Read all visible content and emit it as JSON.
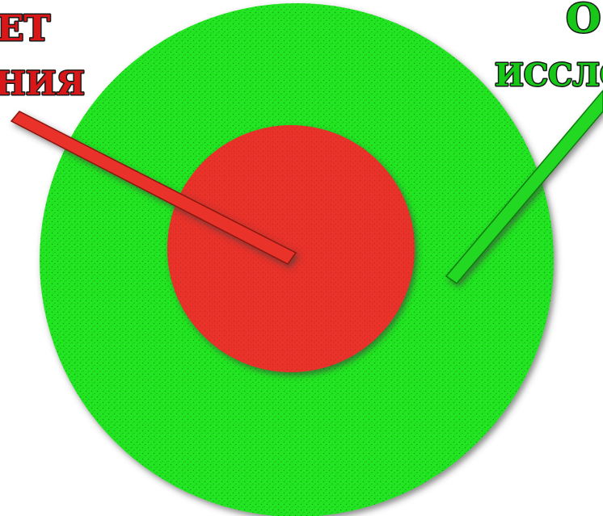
{
  "labels": {
    "object_left_line1": "ЕТ",
    "object_left_line2": "НИЯ",
    "subject_right_line1": "О",
    "subject_right_line2": "ИССЛО"
  },
  "colors": {
    "background": "#ffffff",
    "outer_circle": "#22e622",
    "inner_circle": "#e8302a",
    "left_pointer": "#e8302a",
    "right_pointer": "#22d822",
    "left_label_fill": "#d81818",
    "right_label_fill": "#18c818",
    "label_outline": "#1a1a1a",
    "stipple": "#0b5e0b",
    "shadow": "#3a3a3a"
  },
  "icons": {
    "outer_circle": "green-outer-ring",
    "inner_circle": "red-center-disc",
    "left_pointer": "red-pointer-bar",
    "right_pointer": "green-pointer-bar"
  }
}
